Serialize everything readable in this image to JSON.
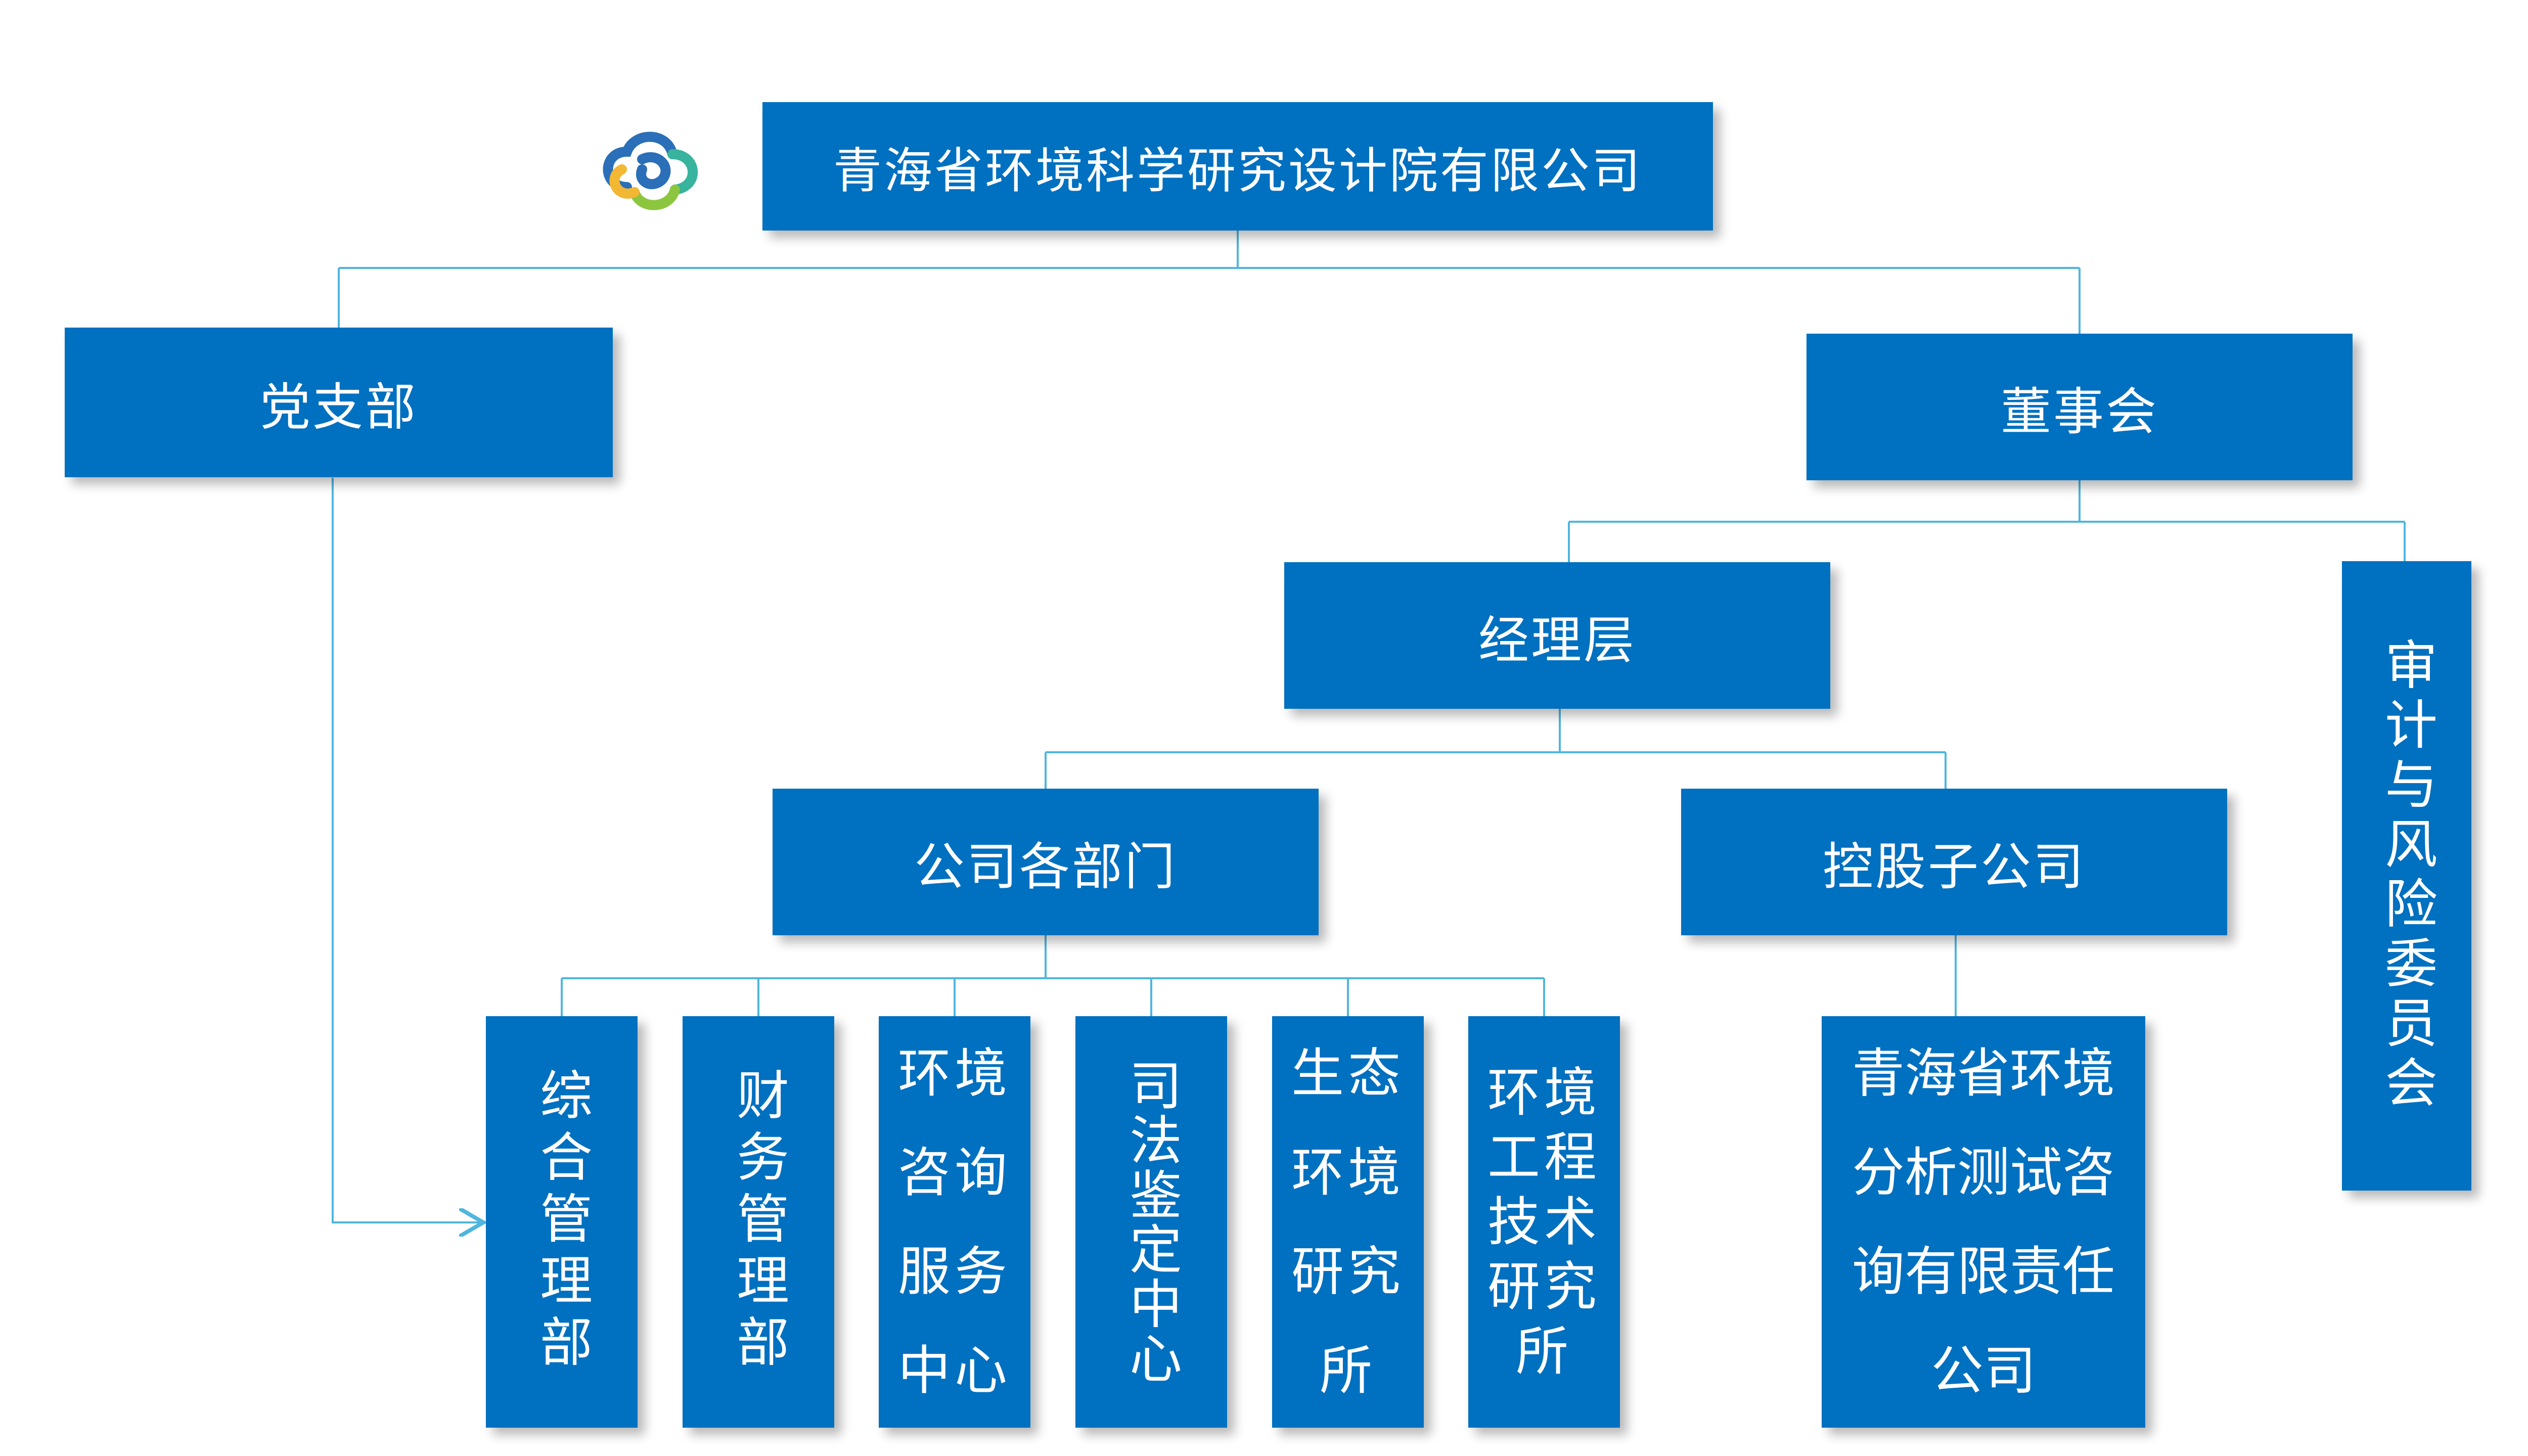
{
  "org": {
    "root": "青海省环境科学研究设计院有限公司",
    "party": "党支部",
    "board": "董事会",
    "management": "经理层",
    "audit": "审计与风险委员会",
    "departments": "公司各部门",
    "subsidiary_group": "控股子公司",
    "dept_list": [
      "综合管理部",
      "财务管理部",
      "环境咨询服务中心",
      "司法鉴定中心",
      "生态环境研究所",
      "环境工程技术研究所"
    ],
    "subsidiary_lines": [
      "青海省环境",
      "分析测试咨",
      "询有限责任",
      "公司"
    ]
  },
  "colors": {
    "box_fill": "#0070c0",
    "connector": "#4fb6df",
    "text": "#ffffff",
    "logo_blue": "#2a6fb7",
    "logo_teal": "#37b39e",
    "logo_green": "#8cc63f",
    "logo_yellow": "#f2b733"
  },
  "icons": [
    "company-logo-icon",
    "corner-logo-icon"
  ]
}
